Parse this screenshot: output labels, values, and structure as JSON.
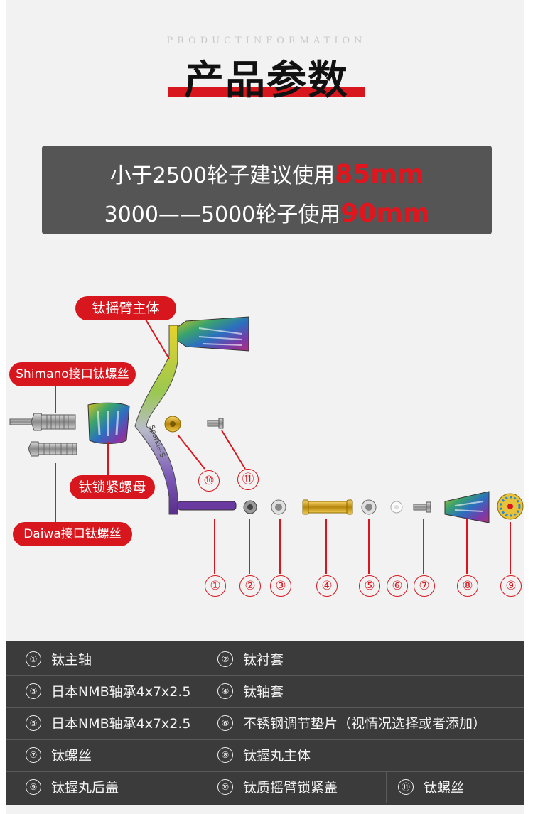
{
  "header": {
    "subtitle": "PRODUCTINFORMATION",
    "title": "产品参数"
  },
  "spec": {
    "line1_text": "小于2500轮子建议使用",
    "line1_value": "85mm",
    "line2_text": "3000——5000轮子使用",
    "line2_value": "90mm"
  },
  "callouts": {
    "main_arm": "钛摇臂主体",
    "shimano_screw": "Shimano接口钛螺丝",
    "lock_nut": "钛锁紧螺母",
    "daiwa_screw": "Daiwa接口钛螺丝"
  },
  "arm_label": "Sparkle-S",
  "part_numbers": [
    "①",
    "②",
    "③",
    "④",
    "⑤",
    "⑥",
    "⑦",
    "⑧",
    "⑨",
    "⑩",
    "⑪"
  ],
  "colors": {
    "accent": "#d8161e",
    "panel": "#f2f2f2",
    "spec_box": "#555555",
    "table_bg": "#3b3b3b"
  },
  "parts_table": [
    [
      {
        "num": "①",
        "label": "钛主轴"
      },
      {
        "num": "②",
        "label": "钛衬套"
      }
    ],
    [
      {
        "num": "③",
        "label": "日本NMB轴承4x7x2.5"
      },
      {
        "num": "④",
        "label": "钛轴套"
      }
    ],
    [
      {
        "num": "⑤",
        "label": "日本NMB轴承4x7x2.5"
      },
      {
        "num": "⑥",
        "label": "不锈钢调节垫片（视情况选择或者添加）"
      }
    ],
    [
      {
        "num": "⑦",
        "label": "钛螺丝"
      },
      {
        "num": "⑧",
        "label": "钛握丸主体"
      }
    ],
    [
      {
        "num": "⑨",
        "label": "钛握丸后盖"
      },
      {
        "num": "⑩",
        "label": "钛质摇臂锁紧盖"
      },
      {
        "num": "⑪",
        "label": "钛螺丝"
      }
    ]
  ]
}
